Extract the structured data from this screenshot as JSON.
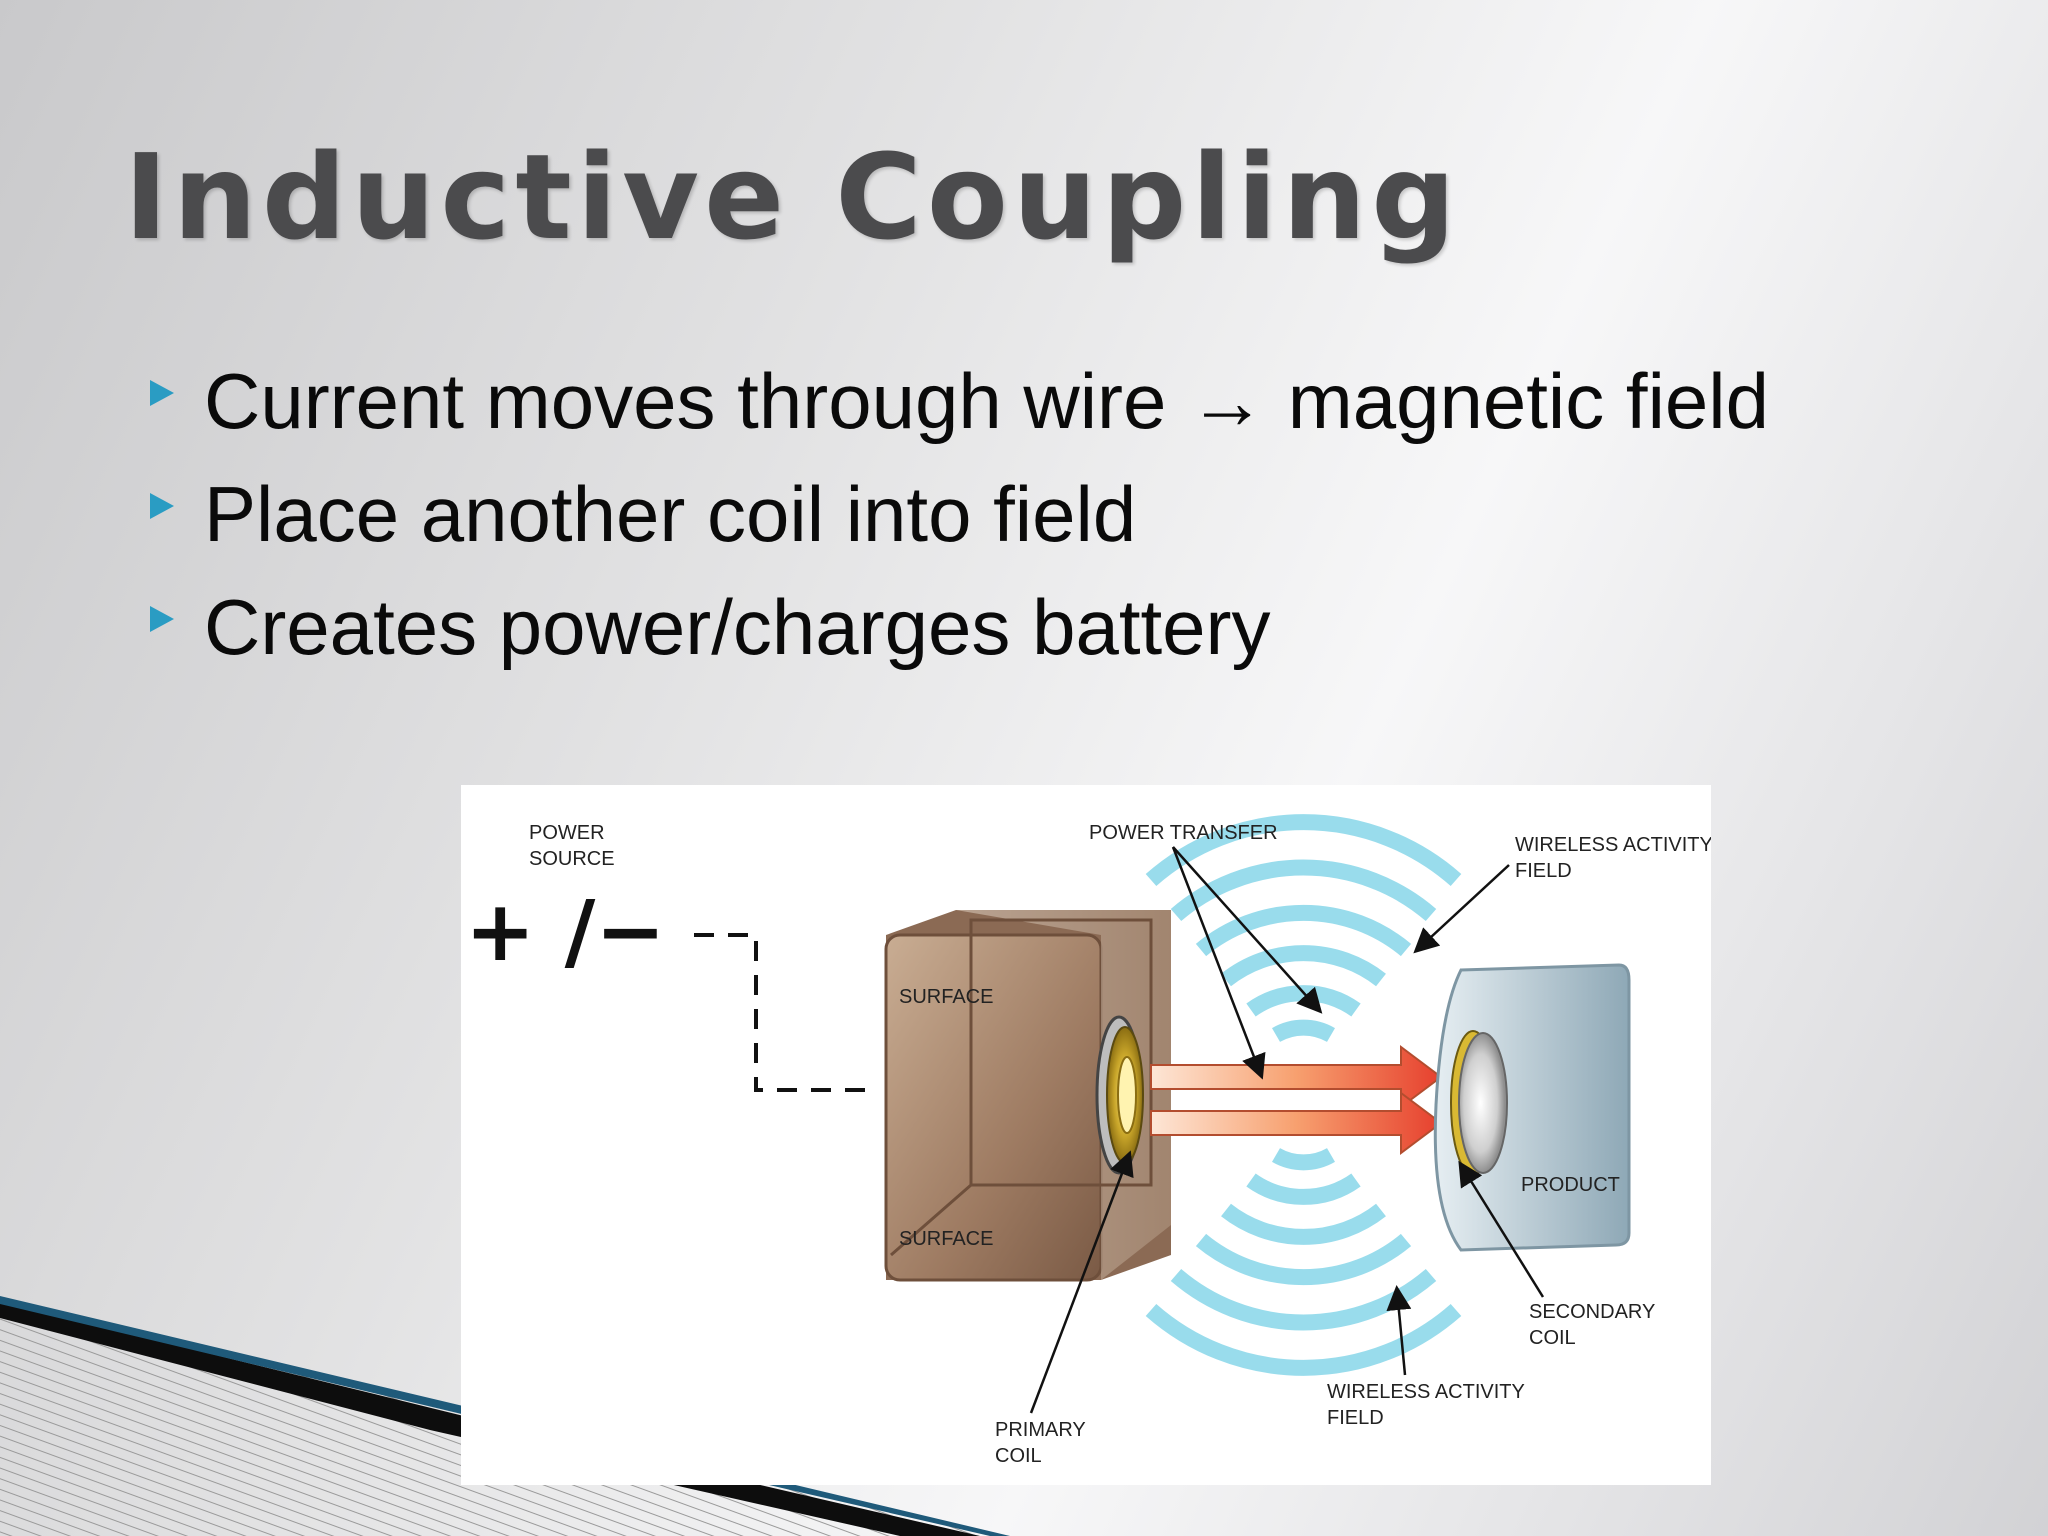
{
  "slide": {
    "title": "Inductive Coupling",
    "bullets": [
      "Current moves through wire → magnetic field",
      "Place another coil into field",
      "Creates power/charges battery"
    ],
    "colors": {
      "title": "#4b4b4d",
      "bullet_marker": "#2a9cc3",
      "surface": "#a5846a",
      "field": "#8fd9ea",
      "product": "#b9ccd6",
      "transfer_arrow": "#ef5a3a"
    }
  },
  "diagram": {
    "power_source": [
      "POWER",
      "SOURCE"
    ],
    "polarity": "+ /−",
    "power_transfer": "POWER TRANSFER",
    "wireless_field_top": [
      "WIRELESS ACTIVITY",
      "FIELD"
    ],
    "wireless_field_bottom": [
      "WIRELESS ACTIVITY",
      "FIELD"
    ],
    "surface_top": "SURFACE",
    "surface_bottom": "SURFACE",
    "product": "PRODUCT",
    "secondary_coil": [
      "SECONDARY",
      "COIL"
    ],
    "primary_coil": [
      "PRIMARY",
      "COIL"
    ]
  }
}
